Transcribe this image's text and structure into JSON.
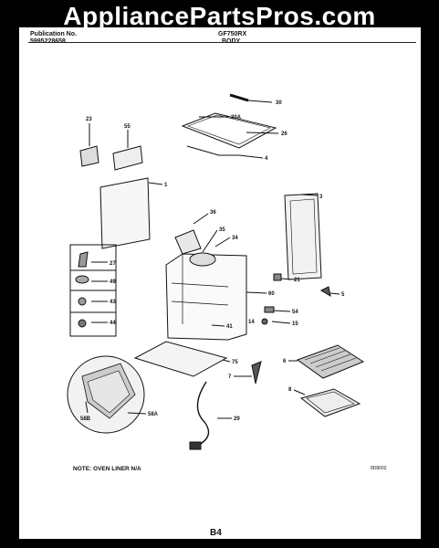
{
  "watermark": "AppliancePartsPros.com",
  "header": {
    "publication_label": "Publication No.",
    "publication_number": "5995228658",
    "model": "GF750RX",
    "section": "BODY"
  },
  "callouts": [
    "30",
    "30A",
    "26",
    "4",
    "23",
    "55",
    "1",
    "3",
    "36",
    "35",
    "34",
    "27",
    "49",
    "43",
    "44",
    "21",
    "5",
    "60",
    "54",
    "14",
    "15",
    "41",
    "75",
    "6",
    "7",
    "8",
    "58A",
    "58B",
    "29"
  ],
  "note": "NOTE: OVEN LINER N/A",
  "drawing_code": "8D8002",
  "page_number": "B4"
}
